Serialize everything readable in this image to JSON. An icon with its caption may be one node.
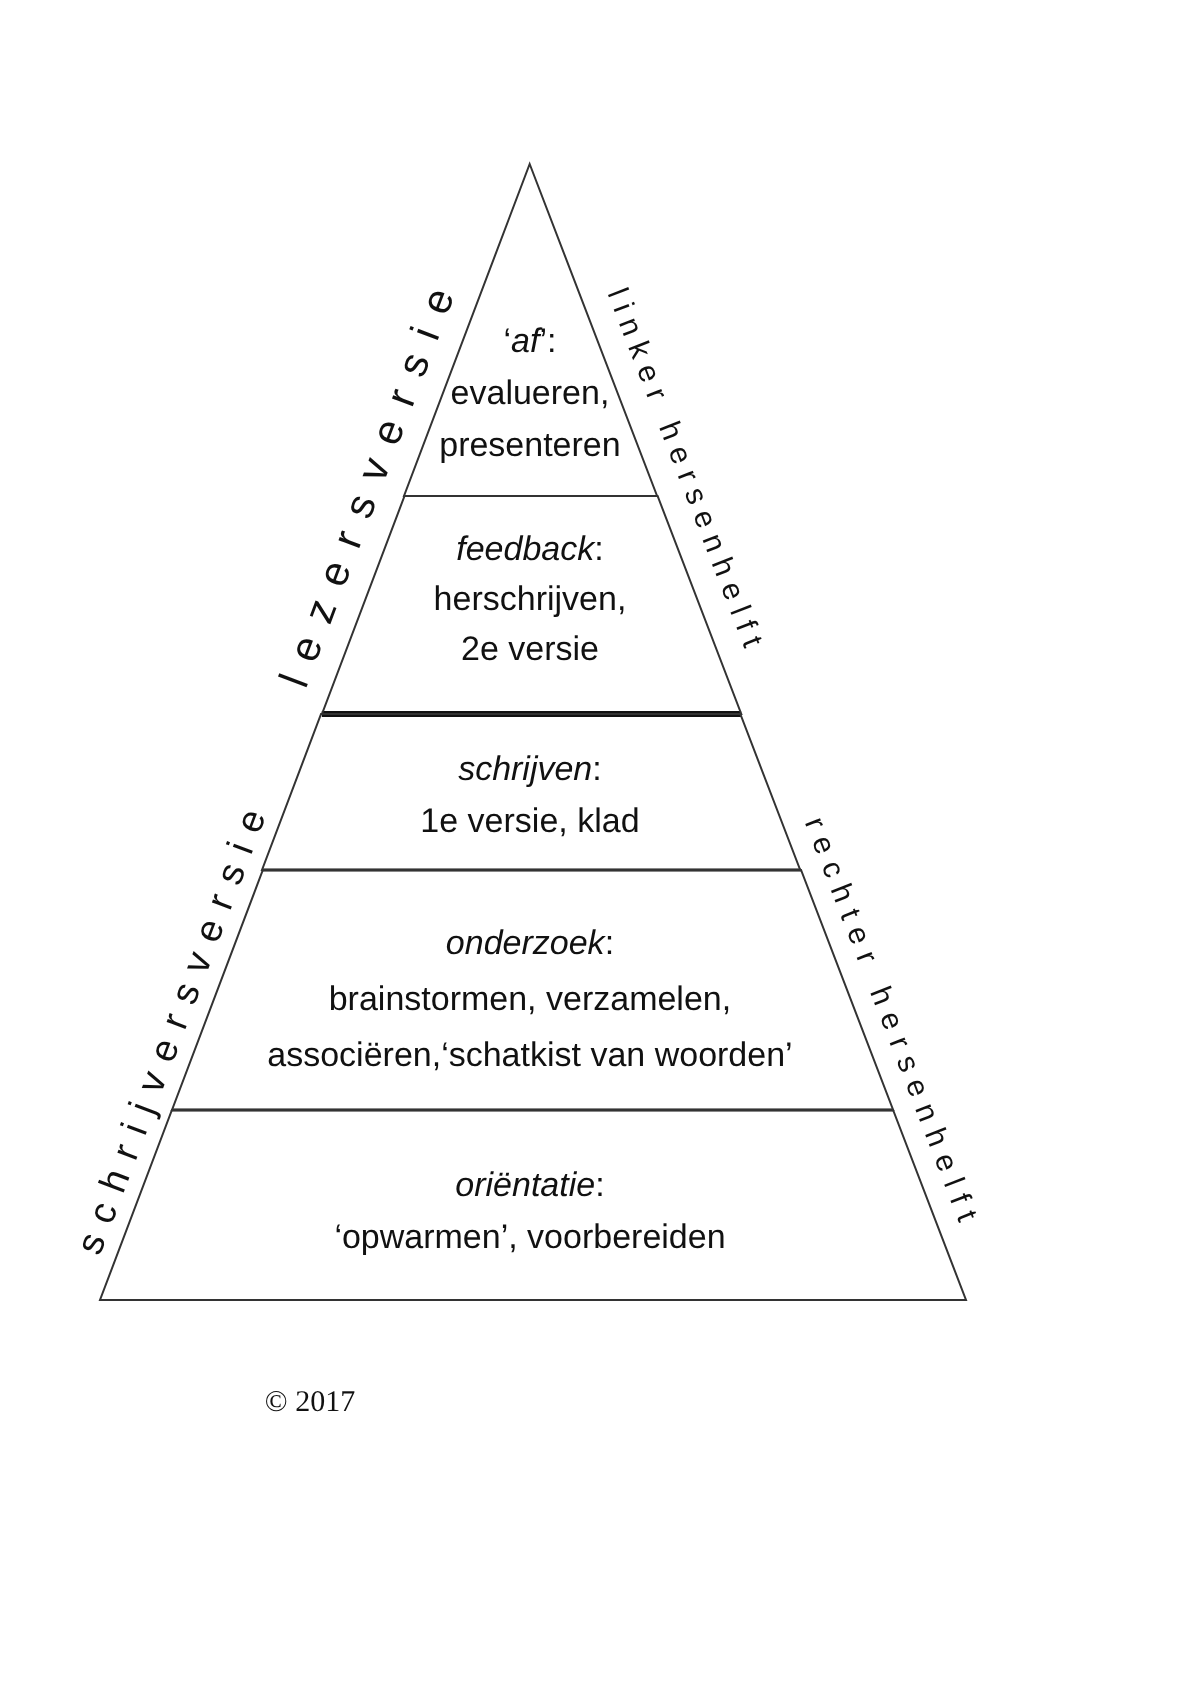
{
  "diagram": {
    "nodes": [
      {
        "text": [
          "‘*af*’:",
          "evalueren, presenteren"
        ]
      },
      {
        "text": [
          "*feedback*:",
          "herschrijven, 2e versie"
        ]
      },
      {
        "text": [
          "*schrijven*:",
          "1e versie, klad"
        ]
      },
      {
        "text": [
          "*onderzoek*:",
          "brainstormen, verzamelen, associëren,‘schatkist van woorden’"
        ]
      },
      {
        "text": [
          "*oriëntatie*:",
          "‘opwarmen’, voorbereiden"
        ]
      }
    ],
    "edges": [],
    "labels": [
      "lezersversie",
      "linker hersenhelft",
      "schrijversversie",
      "rechter hersenhelft",
      "© 2017"
    ]
  }
}
